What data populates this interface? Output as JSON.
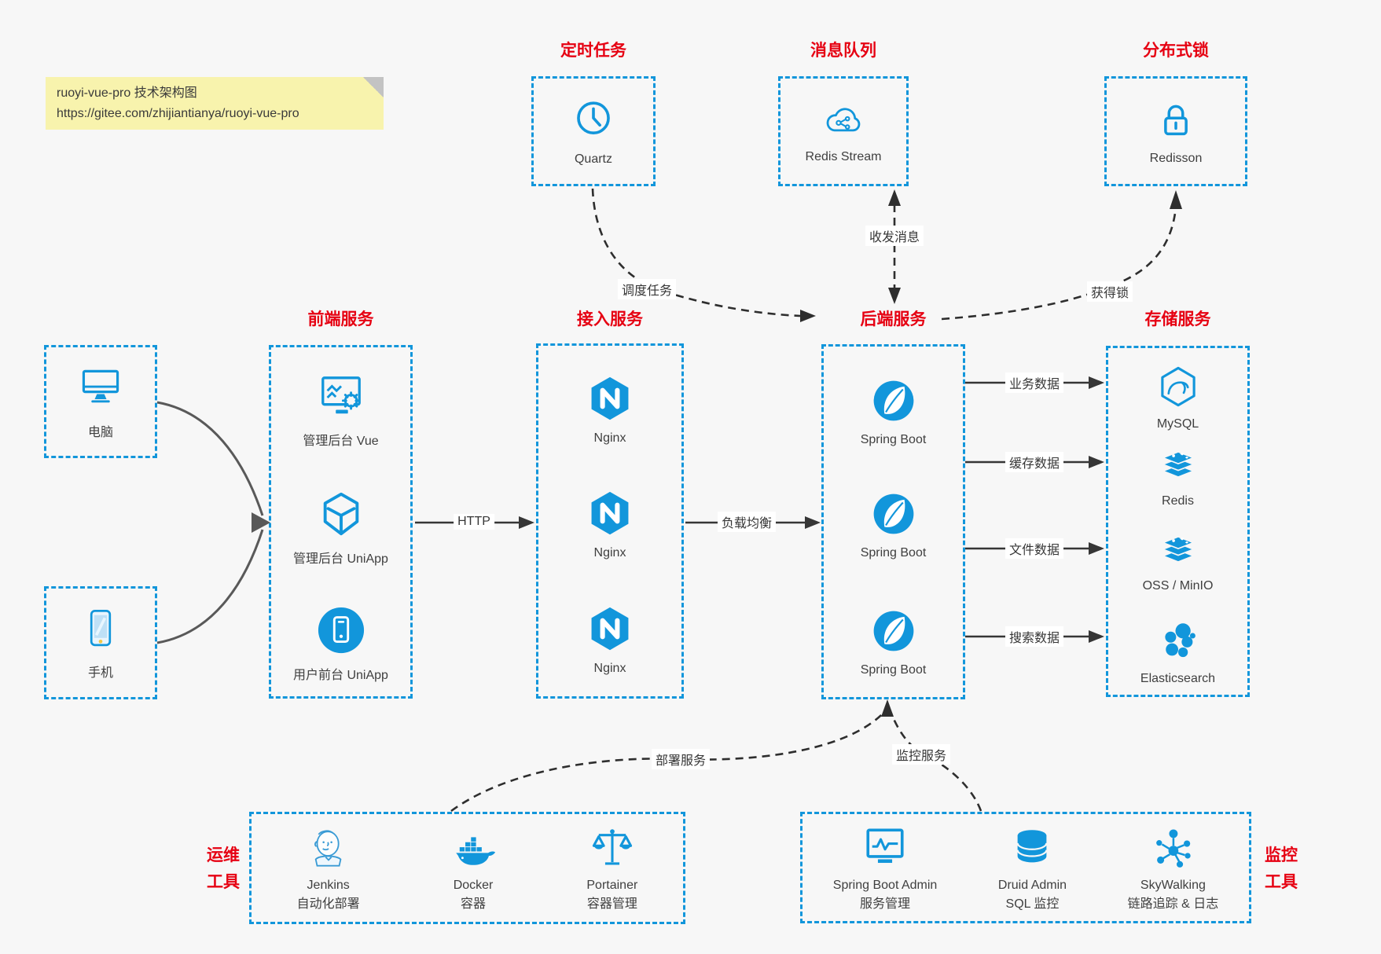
{
  "colors": {
    "accent_blue": "#1296db",
    "title_red": "#e60012",
    "arrow_dark": "#363636",
    "dashed_dark": "#2e2e2e",
    "client_gray": "#595959",
    "note_bg": "#f8f3ad",
    "label_bg": "#ffffff"
  },
  "note": {
    "line1": "ruoyi-vue-pro 技术架构图",
    "line2": "https://gitee.com/zhijiantianya/ruoyi-vue-pro"
  },
  "top_groups": [
    {
      "title": "定时任务",
      "item": {
        "label": "Quartz",
        "icon": "clock-icon"
      }
    },
    {
      "title": "消息队列",
      "item": {
        "label": "Redis Stream",
        "icon": "cloud-stream-icon"
      }
    },
    {
      "title": "分布式锁",
      "item": {
        "label": "Redisson",
        "icon": "lock-icon"
      }
    }
  ],
  "clients": [
    {
      "label": "电脑",
      "icon": "desktop-icon"
    },
    {
      "label": "手机",
      "icon": "phone-icon"
    }
  ],
  "columns": [
    {
      "title": "前端服务",
      "items": [
        {
          "label": "管理后台 Vue"
        },
        {
          "label": "管理后台 UniApp"
        },
        {
          "label": "用户前台 UniApp"
        }
      ]
    },
    {
      "title": "接入服务",
      "items": [
        {
          "label": "Nginx"
        },
        {
          "label": "Nginx"
        },
        {
          "label": "Nginx"
        }
      ]
    },
    {
      "title": "后端服务",
      "items": [
        {
          "label": "Spring Boot"
        },
        {
          "label": "Spring Boot"
        },
        {
          "label": "Spring Boot"
        }
      ]
    },
    {
      "title": "存储服务",
      "items": [
        {
          "label": "MySQL"
        },
        {
          "label": "Redis"
        },
        {
          "label": "OSS / MinIO"
        },
        {
          "label": "Elasticsearch"
        }
      ]
    }
  ],
  "edges": {
    "http": "HTTP",
    "load_balance": "负载均衡",
    "schedule": "调度任务",
    "message": "收发消息",
    "lock": "获得锁",
    "data": [
      "业务数据",
      "缓存数据",
      "文件数据",
      "搜索数据"
    ],
    "deploy": "部署服务",
    "monitor": "监控服务"
  },
  "tool_groups": [
    {
      "lines": [
        "运维",
        "工具"
      ],
      "items": [
        {
          "name": "Jenkins",
          "desc": "自动化部署"
        },
        {
          "name": "Docker",
          "desc": "容器"
        },
        {
          "name": "Portainer",
          "desc": "容器管理"
        }
      ]
    },
    {
      "lines": [
        "监控",
        "工具"
      ],
      "items": [
        {
          "name": "Spring Boot Admin",
          "desc": "服务管理"
        },
        {
          "name": "Druid Admin",
          "desc": "SQL 监控"
        },
        {
          "name": "SkyWalking",
          "desc": "链路追踪 & 日志"
        }
      ]
    }
  ]
}
